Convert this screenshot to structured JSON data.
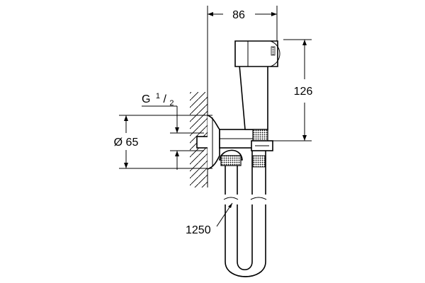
{
  "dimensions": {
    "width": "86",
    "height": "126",
    "diameter": "Ø 65",
    "thread_main": "G",
    "thread_num": "1",
    "thread_sep": "/",
    "thread_den": "2",
    "hose_length": "1250"
  },
  "colors": {
    "line": "#000000",
    "background": "#ffffff"
  }
}
